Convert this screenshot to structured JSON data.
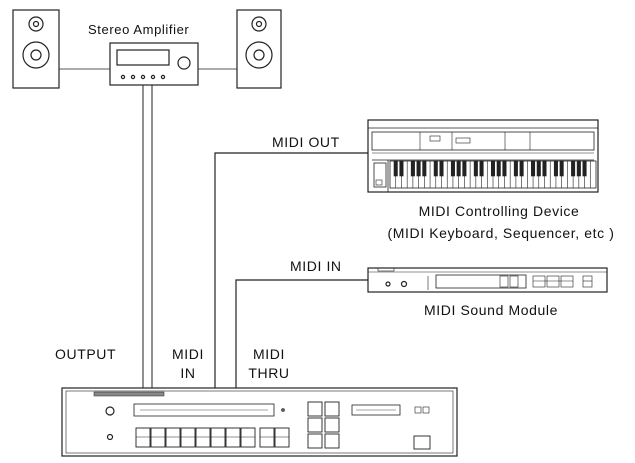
{
  "labels": {
    "amplifier": "Stereo Amplifier",
    "midi_out": "MIDI OUT",
    "controller_name": "MIDI Controlling Device",
    "controller_note": "(MIDI Keyboard, Sequencer, etc )",
    "module_midi_in": "MIDI IN",
    "module_name": "MIDI Sound Module",
    "output": "OUTPUT",
    "midi_in_1": "MIDI",
    "midi_in_2": "IN",
    "midi_thru_1": "MIDI",
    "midi_thru_2": "THRU"
  }
}
